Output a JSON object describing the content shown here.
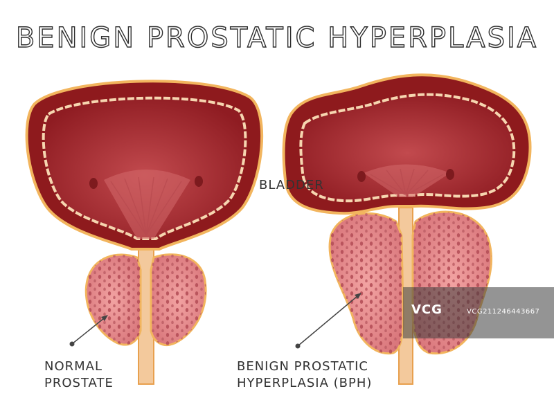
{
  "title": "BENIGN PROSTATIC HYPERPLASIA",
  "labels": {
    "bladder": "BLADDER",
    "normal_line1": "NORMAL",
    "normal_line2": "PROSTATE",
    "bph_line1": "BENIGN PROSTATIC",
    "bph_line2": "HYPERPLASIA (BPH)"
  },
  "watermark": {
    "logo": "VCG",
    "id": "VCG211246443667"
  },
  "colors": {
    "outline": "#f2b55e",
    "bladder_wall": "#8e1a1d",
    "bladder_inner": "#b3353a",
    "inner_lining": "#f6d6b0",
    "prostate": "#e88e8f",
    "prostate_dots": "#b54f58",
    "urethra": "#f3c99c"
  }
}
